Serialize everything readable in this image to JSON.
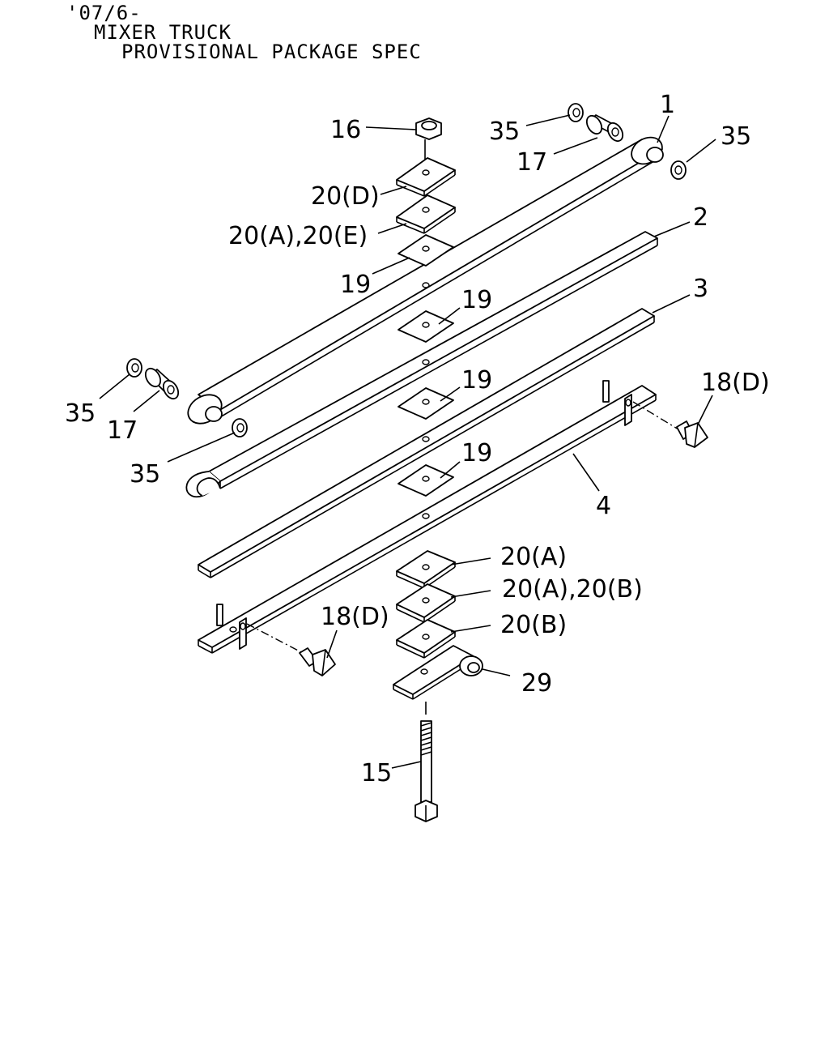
{
  "header": {
    "line1": "'07/6-",
    "line2": "MIXER TRUCK",
    "line3": "PROVISIONAL PACKAGE SPEC"
  },
  "callouts": {
    "c1": "1",
    "c2": "2",
    "c3": "3",
    "c4": "4",
    "c15": "15",
    "c16": "16",
    "c17_top": "17",
    "c17_left": "17",
    "c35_top_left": "35",
    "c35_top_right": "35",
    "c35_left": "35",
    "c35_lower": "35",
    "c18d_right": "18(D)",
    "c18d_left": "18(D)",
    "c19_top": "19",
    "c19_a": "19",
    "c19_b": "19",
    "c19_c": "19",
    "c20d": "20(D)",
    "c20ae": "20(A),20(E)",
    "c20a": "20(A)",
    "c20ab": "20(A),20(B)",
    "c20b": "20(B)",
    "c29": "29"
  }
}
